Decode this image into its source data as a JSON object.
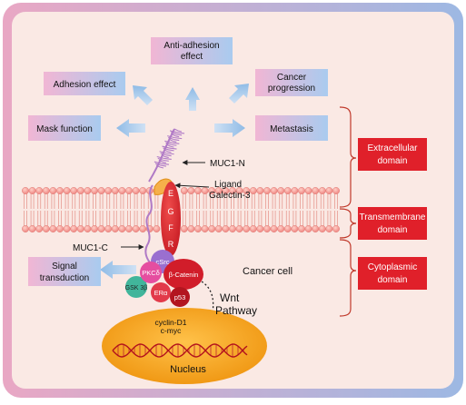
{
  "boxes": {
    "anti_adhesion_line1": "Anti-adhesion",
    "anti_adhesion_line2": "effect",
    "adhesion": "Adhesion effect",
    "cancer_progression_line1": "Cancer",
    "cancer_progression_line2": "progression",
    "mask": "Mask function",
    "metastasis": "Metastasis",
    "signal_line1": "Signal",
    "signal_line2": "transduction"
  },
  "labels": {
    "muc1_n": "MUC1-N",
    "ligand_line1": "Ligand",
    "ligand_line2": "Galectin-3",
    "muc1_c": "MUC1-C",
    "cancer_cell": "Cancer cell",
    "wnt_line1": "Wnt",
    "wnt_line2": "Pathway",
    "egfr_letters": [
      "E",
      "G",
      "F",
      "R"
    ]
  },
  "proteins": {
    "csrc": "cSrc",
    "pkcd": "PKCδ",
    "gsk": "GSK 3β",
    "era": "ERα",
    "bcat": "β-Catenin",
    "p53": "p53"
  },
  "nucleus": {
    "cyclin": "cyclin-D1",
    "cmyc": "c-myc",
    "label": "Nucleus"
  },
  "domains": {
    "extracellular_line1": "Extracellular",
    "extracellular_line2": "domain",
    "transmembrane_line1": "Transmembrane",
    "transmembrane_line2": "domain",
    "cytoplasmic_line1": "Cytoplasmic",
    "cytoplasmic_line2": "domain"
  },
  "colors": {
    "domain_red": "#e0202a",
    "bracket": "#c0392b",
    "egfr": "#d7232e",
    "nucleus": "#f3a21d",
    "membrane_head": "#f28f8b",
    "muc1": "#b07ac6"
  }
}
